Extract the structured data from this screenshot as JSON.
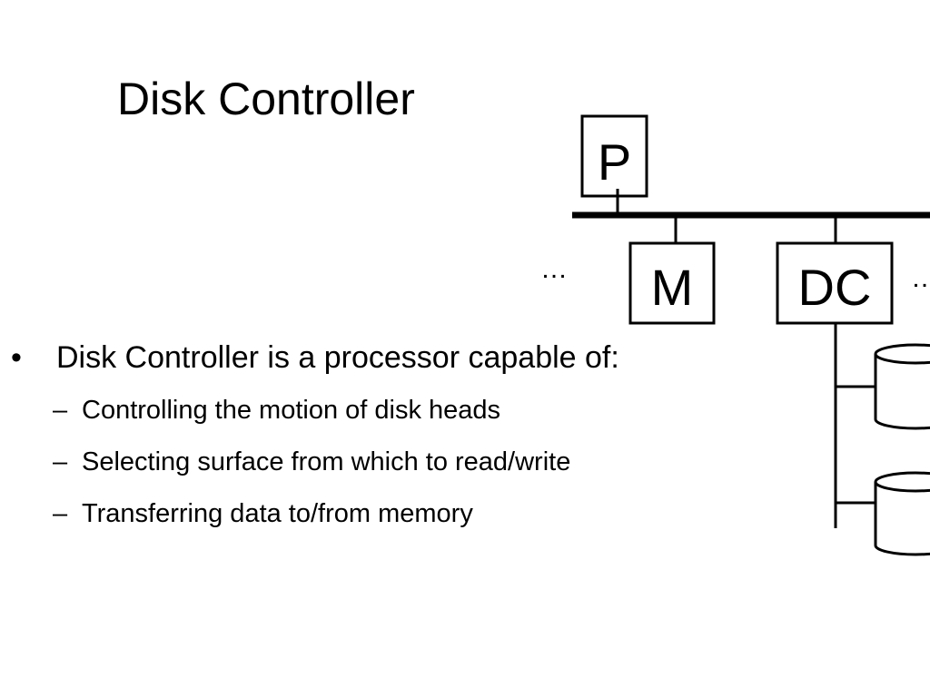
{
  "slide": {
    "title": "Disk Controller",
    "bullet": {
      "marker": "•",
      "text": "Disk Controller is a processor capable of:"
    },
    "sub_marker": "–",
    "sub_items": [
      "Controlling the motion of disk heads",
      "Selecting surface from which to read/write",
      "Transferring data to/from memory"
    ]
  },
  "diagram": {
    "nodes": {
      "processor": "P",
      "memory": "M",
      "disk_controller": "DC"
    },
    "ellipsis_left": "…",
    "ellipsis_right": "…",
    "disks": [
      "disk",
      "disk"
    ]
  }
}
